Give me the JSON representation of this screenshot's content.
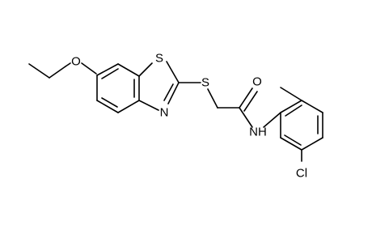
{
  "molecule": {
    "atoms": {
      "oxygen_ether": "O",
      "sulfur_ring": "S",
      "nitrogen_ring": "N",
      "sulfur_thioether": "S",
      "oxygen_carbonyl": "O",
      "amide_nh": "NH",
      "chlorine": "Cl"
    },
    "colors": {
      "bond": "#000000",
      "label": "#000000",
      "background": "#ffffff"
    }
  }
}
